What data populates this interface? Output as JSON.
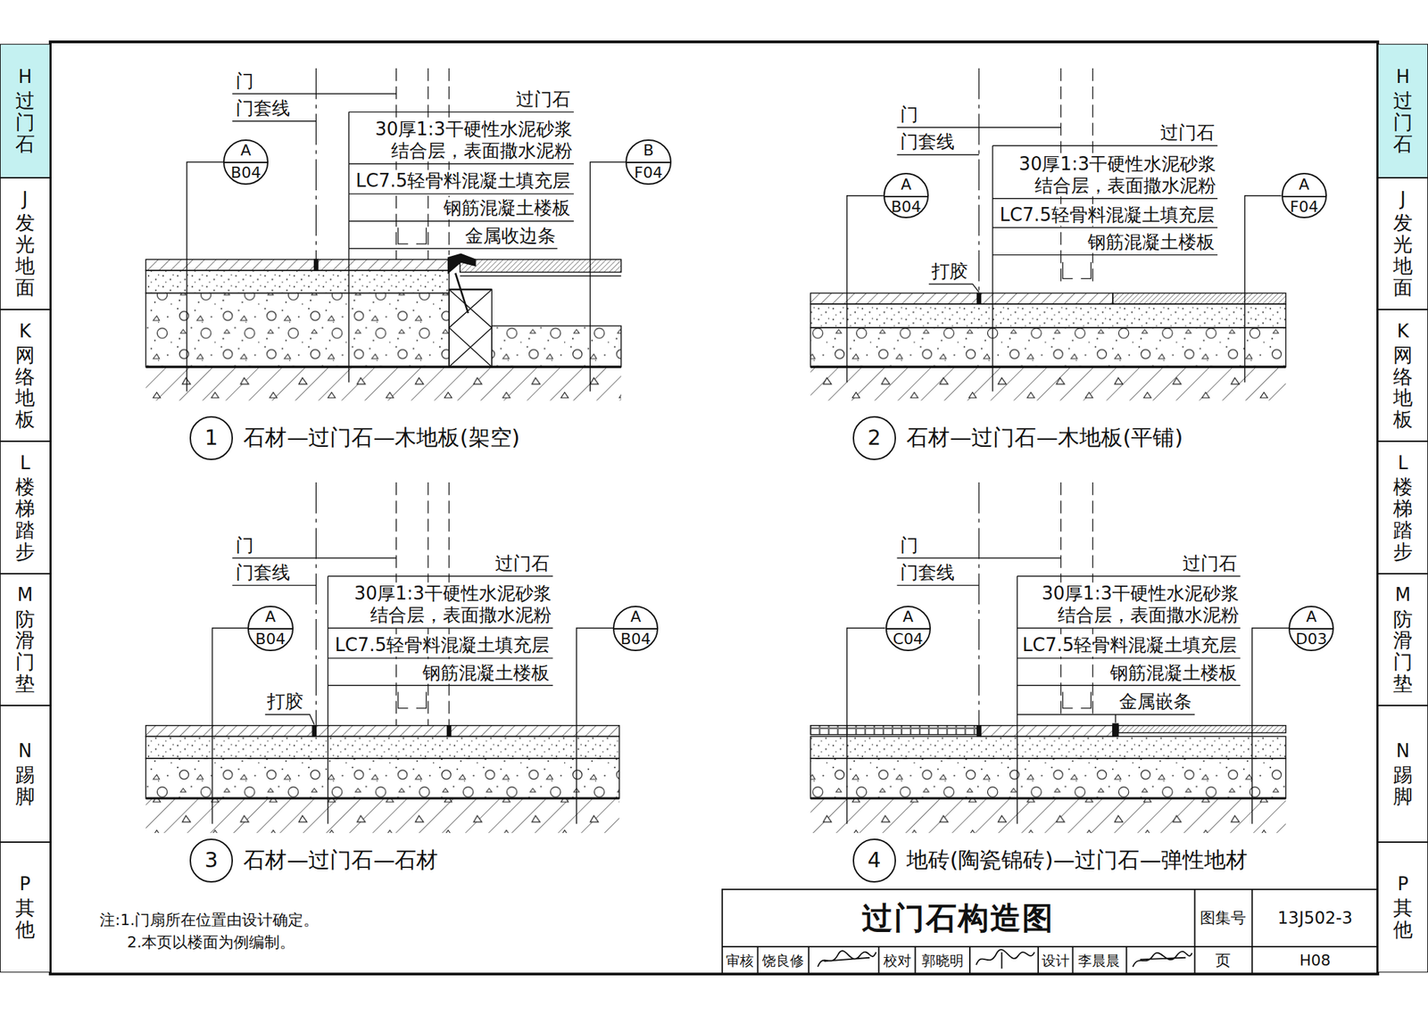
{
  "diagram": {
    "title": "过门石构造图",
    "nodes": [
      {
        "text": [
          "H",
          "过门石"
        ]
      },
      {
        "text": [
          "J",
          "发光地面"
        ]
      },
      {
        "text": [
          "K",
          "网络地板"
        ]
      },
      {
        "text": [
          "L",
          "楼梯踏步"
        ]
      },
      {
        "text": [
          "M",
          "防滑门垫"
        ]
      },
      {
        "text": [
          "N",
          "踢脚"
        ]
      },
      {
        "text": [
          "P",
          "其他"
        ]
      },
      {
        "text": [
          "H",
          "过门石"
        ]
      },
      {
        "text": [
          "J",
          "发光地面"
        ]
      },
      {
        "text": [
          "K",
          "网络地板"
        ]
      },
      {
        "text": [
          "L",
          "楼梯踏步"
        ]
      },
      {
        "text": [
          "M",
          "防滑门垫"
        ]
      },
      {
        "text": [
          "N",
          "踢脚"
        ]
      },
      {
        "text": [
          "P",
          "其他"
        ]
      },
      {
        "text": [
          "A",
          "B04"
        ]
      },
      {
        "text": [
          "B",
          "F04"
        ]
      },
      {
        "text": [
          "A",
          "B04"
        ]
      },
      {
        "text": [
          "A",
          "F04"
        ]
      },
      {
        "text": [
          "A",
          "B04"
        ]
      },
      {
        "text": [
          "A",
          "B04"
        ]
      },
      {
        "text": [
          "A",
          "C04"
        ]
      },
      {
        "text": [
          "A",
          "D03"
        ]
      },
      {
        "text": [
          "1"
        ]
      },
      {
        "text": [
          "2"
        ]
      },
      {
        "text": [
          "3"
        ]
      },
      {
        "text": [
          "4"
        ]
      }
    ],
    "labels": [
      "门",
      "门套线",
      "过门石",
      "30厚1:3干硬性水泥砂浆 结合层，表面撒水泥粉",
      "LC7.5轻骨料混凝土填充层",
      "钢筋混凝土楼板",
      "金属收边条",
      "门",
      "门套线",
      "过门石",
      "30厚1:3干硬性水泥砂浆 结合层，表面撒水泥粉",
      "LC7.5轻骨料混凝土填充层",
      "钢筋混凝土楼板",
      "打胶",
      "门",
      "门套线",
      "过门石",
      "30厚1:3干硬性水泥砂浆 结合层，表面撒水泥粉",
      "LC7.5轻骨料混凝土填充层",
      "钢筋混凝土楼板",
      "打胶",
      "门",
      "门套线",
      "过门石",
      "30厚1:3干硬性水泥砂浆 结合层，表面撒水泥粉",
      "LC7.5轻骨料混凝土填充层",
      "钢筋混凝土楼板",
      "金属嵌条",
      "石材—过门石—木地板(架空)",
      "石材—过门石—木地板(平铺)",
      "石材—过门石—石材",
      "地砖(陶瓷锦砖)—过门石—弹性地材",
      "注:1.门扇所在位置由设计确定。",
      "2.本页以楼面为例编制。",
      "图集号",
      "13J502-3",
      "审核",
      "饶良修",
      "校对",
      "郭晓明",
      "设计",
      "李晨晨",
      "页",
      "H08"
    ]
  }
}
